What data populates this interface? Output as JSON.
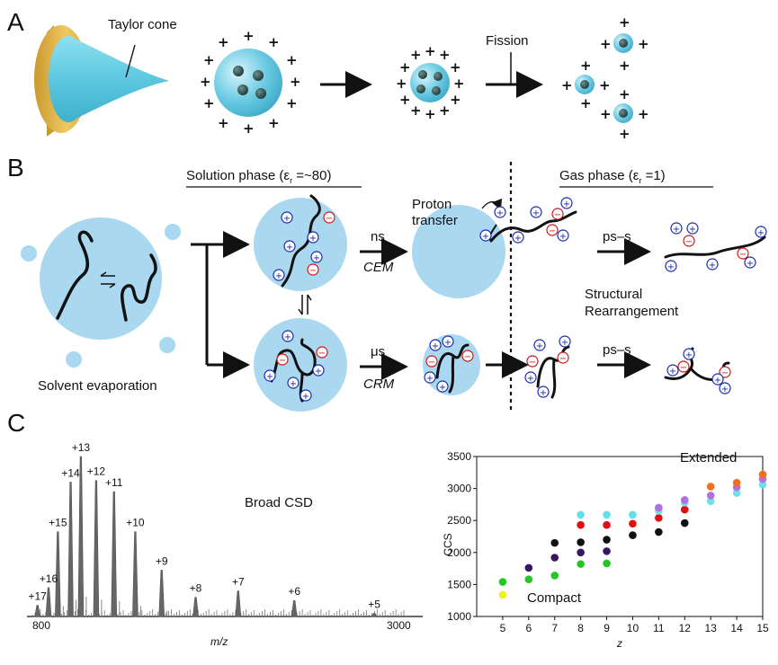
{
  "panels": {
    "a": "A",
    "b": "B",
    "c": "C"
  },
  "panel_a": {
    "taylor_cone": "Taylor cone",
    "fission": "Fission"
  },
  "panel_b": {
    "solution_phase": "Solution phase (ε",
    "solution_phase_sub": "r",
    "solution_phase_tail": " =~80)",
    "gas_phase": "Gas phase (ε",
    "gas_phase_sub": "r",
    "gas_phase_tail": " =1)",
    "proton_line1": "Proton",
    "proton_line2": "transfer",
    "ns": "ns",
    "cem": "CEM",
    "us": "μs",
    "crm": "CRM",
    "ps_s_top": "ps–s",
    "ps_s_bottom": "ps–s",
    "structural_line1": "Structural",
    "structural_line2": "Rearrangement",
    "solvent_evaporation": "Solvent evaporation"
  },
  "spectrum": {
    "annotation": "Broad CSD",
    "xlabel": "m/z",
    "x_start_label": "800",
    "x_end_label": "3000",
    "peaks": [
      {
        "label": "+17",
        "mz": 830,
        "rel": 0.07
      },
      {
        "label": "+16",
        "mz": 895,
        "rel": 0.18
      },
      {
        "label": "+15",
        "mz": 950,
        "rel": 0.53
      },
      {
        "label": "+14",
        "mz": 1025,
        "rel": 0.84
      },
      {
        "label": "+13",
        "mz": 1085,
        "rel": 1.0
      },
      {
        "label": "+12",
        "mz": 1175,
        "rel": 0.85
      },
      {
        "label": "+11",
        "mz": 1280,
        "rel": 0.78
      },
      {
        "label": "+10",
        "mz": 1405,
        "rel": 0.53
      },
      {
        "label": "+9",
        "mz": 1560,
        "rel": 0.29
      },
      {
        "label": "+8",
        "mz": 1760,
        "rel": 0.12
      },
      {
        "label": "+7",
        "mz": 2010,
        "rel": 0.16
      },
      {
        "label": "+6",
        "mz": 2340,
        "rel": 0.1
      },
      {
        "label": "+5",
        "mz": 2810,
        "rel": 0.02
      }
    ]
  },
  "chart_data": {
    "type": "scatter",
    "xlabel": "z",
    "ylabel": "CCS",
    "xlim": [
      4,
      15
    ],
    "ylim": [
      1000,
      3500
    ],
    "xticks": [
      5,
      6,
      7,
      8,
      9,
      10,
      11,
      12,
      13,
      14,
      15
    ],
    "yticks": [
      1000,
      1500,
      2000,
      2500,
      3000,
      3500
    ],
    "annotations": [
      {
        "text": "Extended",
        "color": "#f07020"
      },
      {
        "text": "Compact",
        "color": "#22c022"
      }
    ],
    "points": [
      {
        "z": 5,
        "ccs": 1340,
        "color": "#f0f020"
      },
      {
        "z": 5,
        "ccs": 1540,
        "color": "#22c822"
      },
      {
        "z": 6,
        "ccs": 1580,
        "color": "#22c822"
      },
      {
        "z": 6,
        "ccs": 1760,
        "color": "#3a1560"
      },
      {
        "z": 7,
        "ccs": 1640,
        "color": "#22c822"
      },
      {
        "z": 7,
        "ccs": 1920,
        "color": "#3a1560"
      },
      {
        "z": 7,
        "ccs": 2150,
        "color": "#111111"
      },
      {
        "z": 8,
        "ccs": 1820,
        "color": "#22c822"
      },
      {
        "z": 8,
        "ccs": 2000,
        "color": "#3a1560"
      },
      {
        "z": 8,
        "ccs": 2160,
        "color": "#111111"
      },
      {
        "z": 8,
        "ccs": 2430,
        "color": "#e01010"
      },
      {
        "z": 8,
        "ccs": 2590,
        "color": "#60e0e8"
      },
      {
        "z": 9,
        "ccs": 1830,
        "color": "#22c822"
      },
      {
        "z": 9,
        "ccs": 2020,
        "color": "#3a1560"
      },
      {
        "z": 9,
        "ccs": 2200,
        "color": "#111111"
      },
      {
        "z": 9,
        "ccs": 2430,
        "color": "#e01010"
      },
      {
        "z": 9,
        "ccs": 2590,
        "color": "#60e0e8"
      },
      {
        "z": 10,
        "ccs": 2270,
        "color": "#111111"
      },
      {
        "z": 10,
        "ccs": 2450,
        "color": "#e01010"
      },
      {
        "z": 10,
        "ccs": 2590,
        "color": "#60e0e8"
      },
      {
        "z": 11,
        "ccs": 2320,
        "color": "#111111"
      },
      {
        "z": 11,
        "ccs": 2540,
        "color": "#e01010"
      },
      {
        "z": 11,
        "ccs": 2650,
        "color": "#70e0e8"
      },
      {
        "z": 11,
        "ccs": 2700,
        "color": "#b070e0"
      },
      {
        "z": 12,
        "ccs": 2460,
        "color": "#111111"
      },
      {
        "z": 12,
        "ccs": 2670,
        "color": "#e01010"
      },
      {
        "z": 12,
        "ccs": 2780,
        "color": "#70e0e8"
      },
      {
        "z": 12,
        "ccs": 2820,
        "color": "#b070e0"
      },
      {
        "z": 13,
        "ccs": 2800,
        "color": "#70e0e8"
      },
      {
        "z": 13,
        "ccs": 2890,
        "color": "#b070e0"
      },
      {
        "z": 13,
        "ccs": 3030,
        "color": "#f07020"
      },
      {
        "z": 14,
        "ccs": 2930,
        "color": "#70e0e8"
      },
      {
        "z": 14,
        "ccs": 3020,
        "color": "#b070e0"
      },
      {
        "z": 14,
        "ccs": 3090,
        "color": "#f07020"
      },
      {
        "z": 15,
        "ccs": 3060,
        "color": "#70e0e8"
      },
      {
        "z": 15,
        "ccs": 3150,
        "color": "#b070e0"
      },
      {
        "z": 15,
        "ccs": 3220,
        "color": "#f07020"
      }
    ]
  },
  "colors": {
    "droplet": "#a9d8f0",
    "droplet_a": "#5ec4e0",
    "core": "#2b4a4a",
    "positive": "#1a2bb0",
    "negative": "#d01818",
    "gold": "#e0b040"
  }
}
